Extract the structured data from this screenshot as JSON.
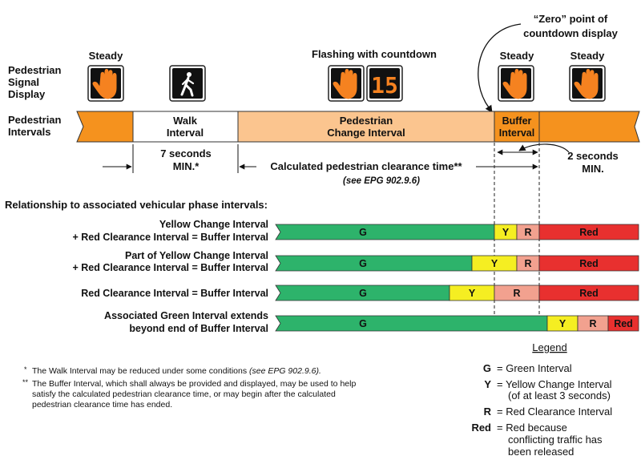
{
  "annotation": {
    "zero_point_line1": "“Zero” point of",
    "zero_point_line2": "countdown display"
  },
  "signal_states": {
    "steady_1": "Steady",
    "flashing": "Flashing with countdown",
    "steady_2": "Steady",
    "steady_3": "Steady",
    "countdown_digits": "15"
  },
  "row_labels": {
    "signal_display_line1": "Pedestrian",
    "signal_display_line2": "Signal",
    "signal_display_line3": "Display",
    "intervals_line1": "Pedestrian",
    "intervals_line2": "Intervals"
  },
  "intervals": {
    "walk_line1": "Walk",
    "walk_line2": "Interval",
    "change_line1": "Pedestrian",
    "change_line2": "Change Interval",
    "buffer_line1": "Buffer",
    "buffer_line2": "Interval"
  },
  "dimensions": {
    "walk_min_line1": "7 seconds",
    "walk_min_line2": "MIN.*",
    "clearance": "Calculated pedestrian clearance time**",
    "clearance_ref": "(see EPG 902.9.6)",
    "buffer_min_line1": "2 seconds",
    "buffer_min_line2": "MIN."
  },
  "relationship": {
    "heading": "Relationship to associated vehicular phase intervals:",
    "rows": [
      {
        "label_line1": "Yellow Change Interval",
        "label_line2": "+ Red Clearance Interval = Buffer Interval",
        "segments": [
          {
            "text": "G",
            "color": "#2db36b"
          },
          {
            "text": "Y",
            "color": "#f5ee22"
          },
          {
            "text": "R",
            "color": "#f2a18f"
          },
          {
            "text": "Red",
            "color": "#e8302f"
          }
        ]
      },
      {
        "label_line1": "Part of Yellow Change Interval",
        "label_line2": "+ Red Clearance Interval = Buffer Interval",
        "segments": [
          {
            "text": "G",
            "color": "#2db36b"
          },
          {
            "text": "Y",
            "color": "#f5ee22"
          },
          {
            "text": "R",
            "color": "#f2a18f"
          },
          {
            "text": "Red",
            "color": "#e8302f"
          }
        ]
      },
      {
        "label_line1": "",
        "label_line2": "Red Clearance Interval = Buffer Interval",
        "segments": [
          {
            "text": "G",
            "color": "#2db36b"
          },
          {
            "text": "Y",
            "color": "#f5ee22"
          },
          {
            "text": "R",
            "color": "#f2a18f"
          },
          {
            "text": "Red",
            "color": "#e8302f"
          }
        ]
      },
      {
        "label_line1": "Associated Green Interval extends",
        "label_line2": "beyond end of Buffer Interval",
        "segments": [
          {
            "text": "G",
            "color": "#2db36b"
          },
          {
            "text": "Y",
            "color": "#f5ee22"
          },
          {
            "text": "R",
            "color": "#f2a18f"
          },
          {
            "text": "Red",
            "color": "#e8302f"
          }
        ]
      }
    ]
  },
  "footnotes": {
    "note1_mark": "*",
    "note1_text": "The Walk Interval may be reduced under some conditions",
    "note1_ref": "(see EPG 902.9.6).",
    "note2_mark": "**",
    "note2_line1": "The Buffer Interval, which shall always be provided and displayed, may be used to help",
    "note2_line2": "satisfy the calculated pedestrian clearance time, or may begin after the calculated",
    "note2_line3": "pedestrian clearance time has ended."
  },
  "legend": {
    "title": "Legend",
    "g_key": "G",
    "g_text": "= Green Interval",
    "y_key": "Y",
    "y_text_line1": "= Yellow Change Interval",
    "y_text_line2": "(of at least 3 seconds)",
    "r_key": "R",
    "r_text": "= Red Clearance Interval",
    "red_key": "Red",
    "red_text_line1": "= Red because",
    "red_text_line2": "conflicting traffic has",
    "red_text_line3": "been released"
  },
  "colors": {
    "ped_orange": "#f5921e",
    "ped_light_orange": "#fbc58f",
    "hand_orange": "#f58220",
    "signal_black": "#111111"
  }
}
